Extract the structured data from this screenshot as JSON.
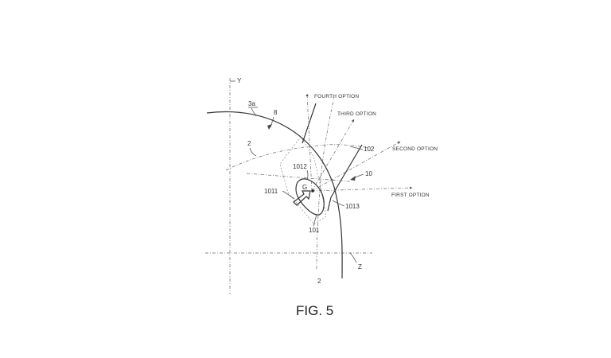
{
  "labels": {
    "y_axis": "Y",
    "z_axis": "Z",
    "ref_3a": "3a",
    "ref_8": "8",
    "ref_2_left": "2",
    "ref_2_bottom": "2",
    "ref_10": "10",
    "ref_102": "102",
    "ref_101": "101",
    "ref_1011": "1011",
    "ref_1012": "1012",
    "ref_1013": "1013",
    "ref_g": "G"
  },
  "options": {
    "fourth": "FOURTH OPTION",
    "third": "THIRD OPTION",
    "second": "SECOND OPTION",
    "first": "FIRST OPTION"
  },
  "caption": "FIG. 5",
  "colors": {
    "line": "#333333",
    "background": "#ffffff"
  }
}
